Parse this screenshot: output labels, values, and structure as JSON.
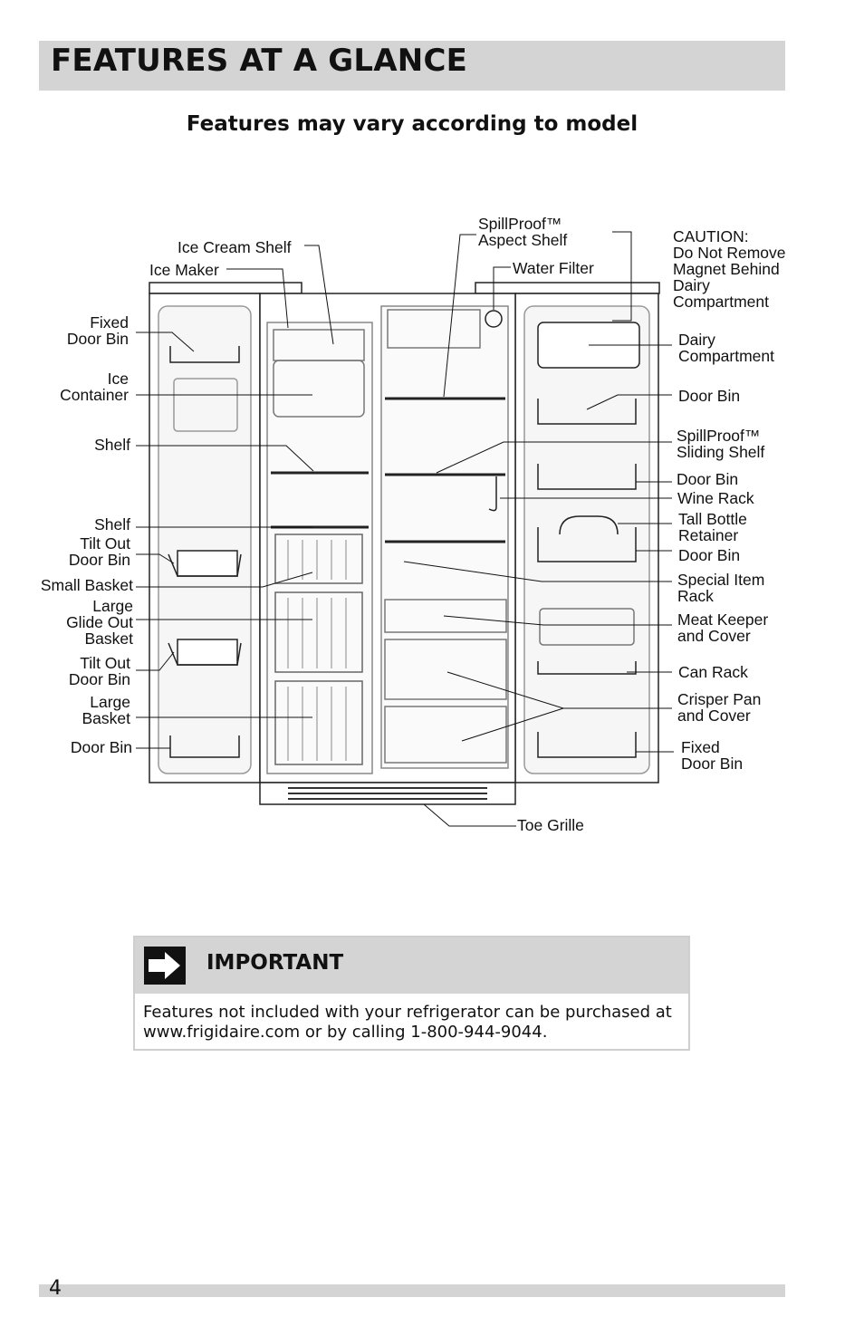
{
  "header": {
    "title": "FEATURES AT A GLANCE"
  },
  "subtitle": "Features may vary according to model",
  "labels": {
    "ice_cream_shelf": "Ice Cream Shelf",
    "ice_maker": "Ice Maker",
    "fixed_door_bin_left": "Fixed\nDoor Bin",
    "ice_container": "Ice\nContainer",
    "shelf_1": "Shelf",
    "shelf_2": "Shelf",
    "tilt_out_door_bin_1": "Tilt Out\nDoor Bin",
    "small_basket": "Small Basket",
    "large_glide_out_basket": "Large\nGlide Out\nBasket",
    "tilt_out_door_bin_2": "Tilt Out\nDoor Bin",
    "large_basket": "Large\nBasket",
    "door_bin_left": "Door Bin",
    "spillproof_aspect_shelf": "SpillProof™\nAspect Shelf",
    "water_filter": "Water Filter",
    "caution": "CAUTION:\nDo Not Remove\nMagnet Behind\nDairy\nCompartment",
    "dairy_compartment": "Dairy\nCompartment",
    "door_bin_1": "Door Bin",
    "spillproof_sliding_shelf": "SpillProof™\nSliding Shelf",
    "door_bin_2": "Door Bin",
    "wine_rack": "Wine Rack",
    "tall_bottle_retainer": "Tall Bottle\nRetainer",
    "door_bin_3": "Door Bin",
    "special_item_rack": "Special Item\nRack",
    "meat_keeper": "Meat Keeper\nand Cover",
    "can_rack": "Can Rack",
    "crisper_pan": "Crisper Pan\nand Cover",
    "fixed_door_bin_right": "Fixed\nDoor Bin",
    "toe_grille": "Toe Grille"
  },
  "important": {
    "title": "IMPORTANT",
    "text": "Features not included with your refrigerator can be purchased at\nwww.frigidaire.com or by calling 1-800-944-9044."
  },
  "footer": {
    "page_number": "4"
  }
}
